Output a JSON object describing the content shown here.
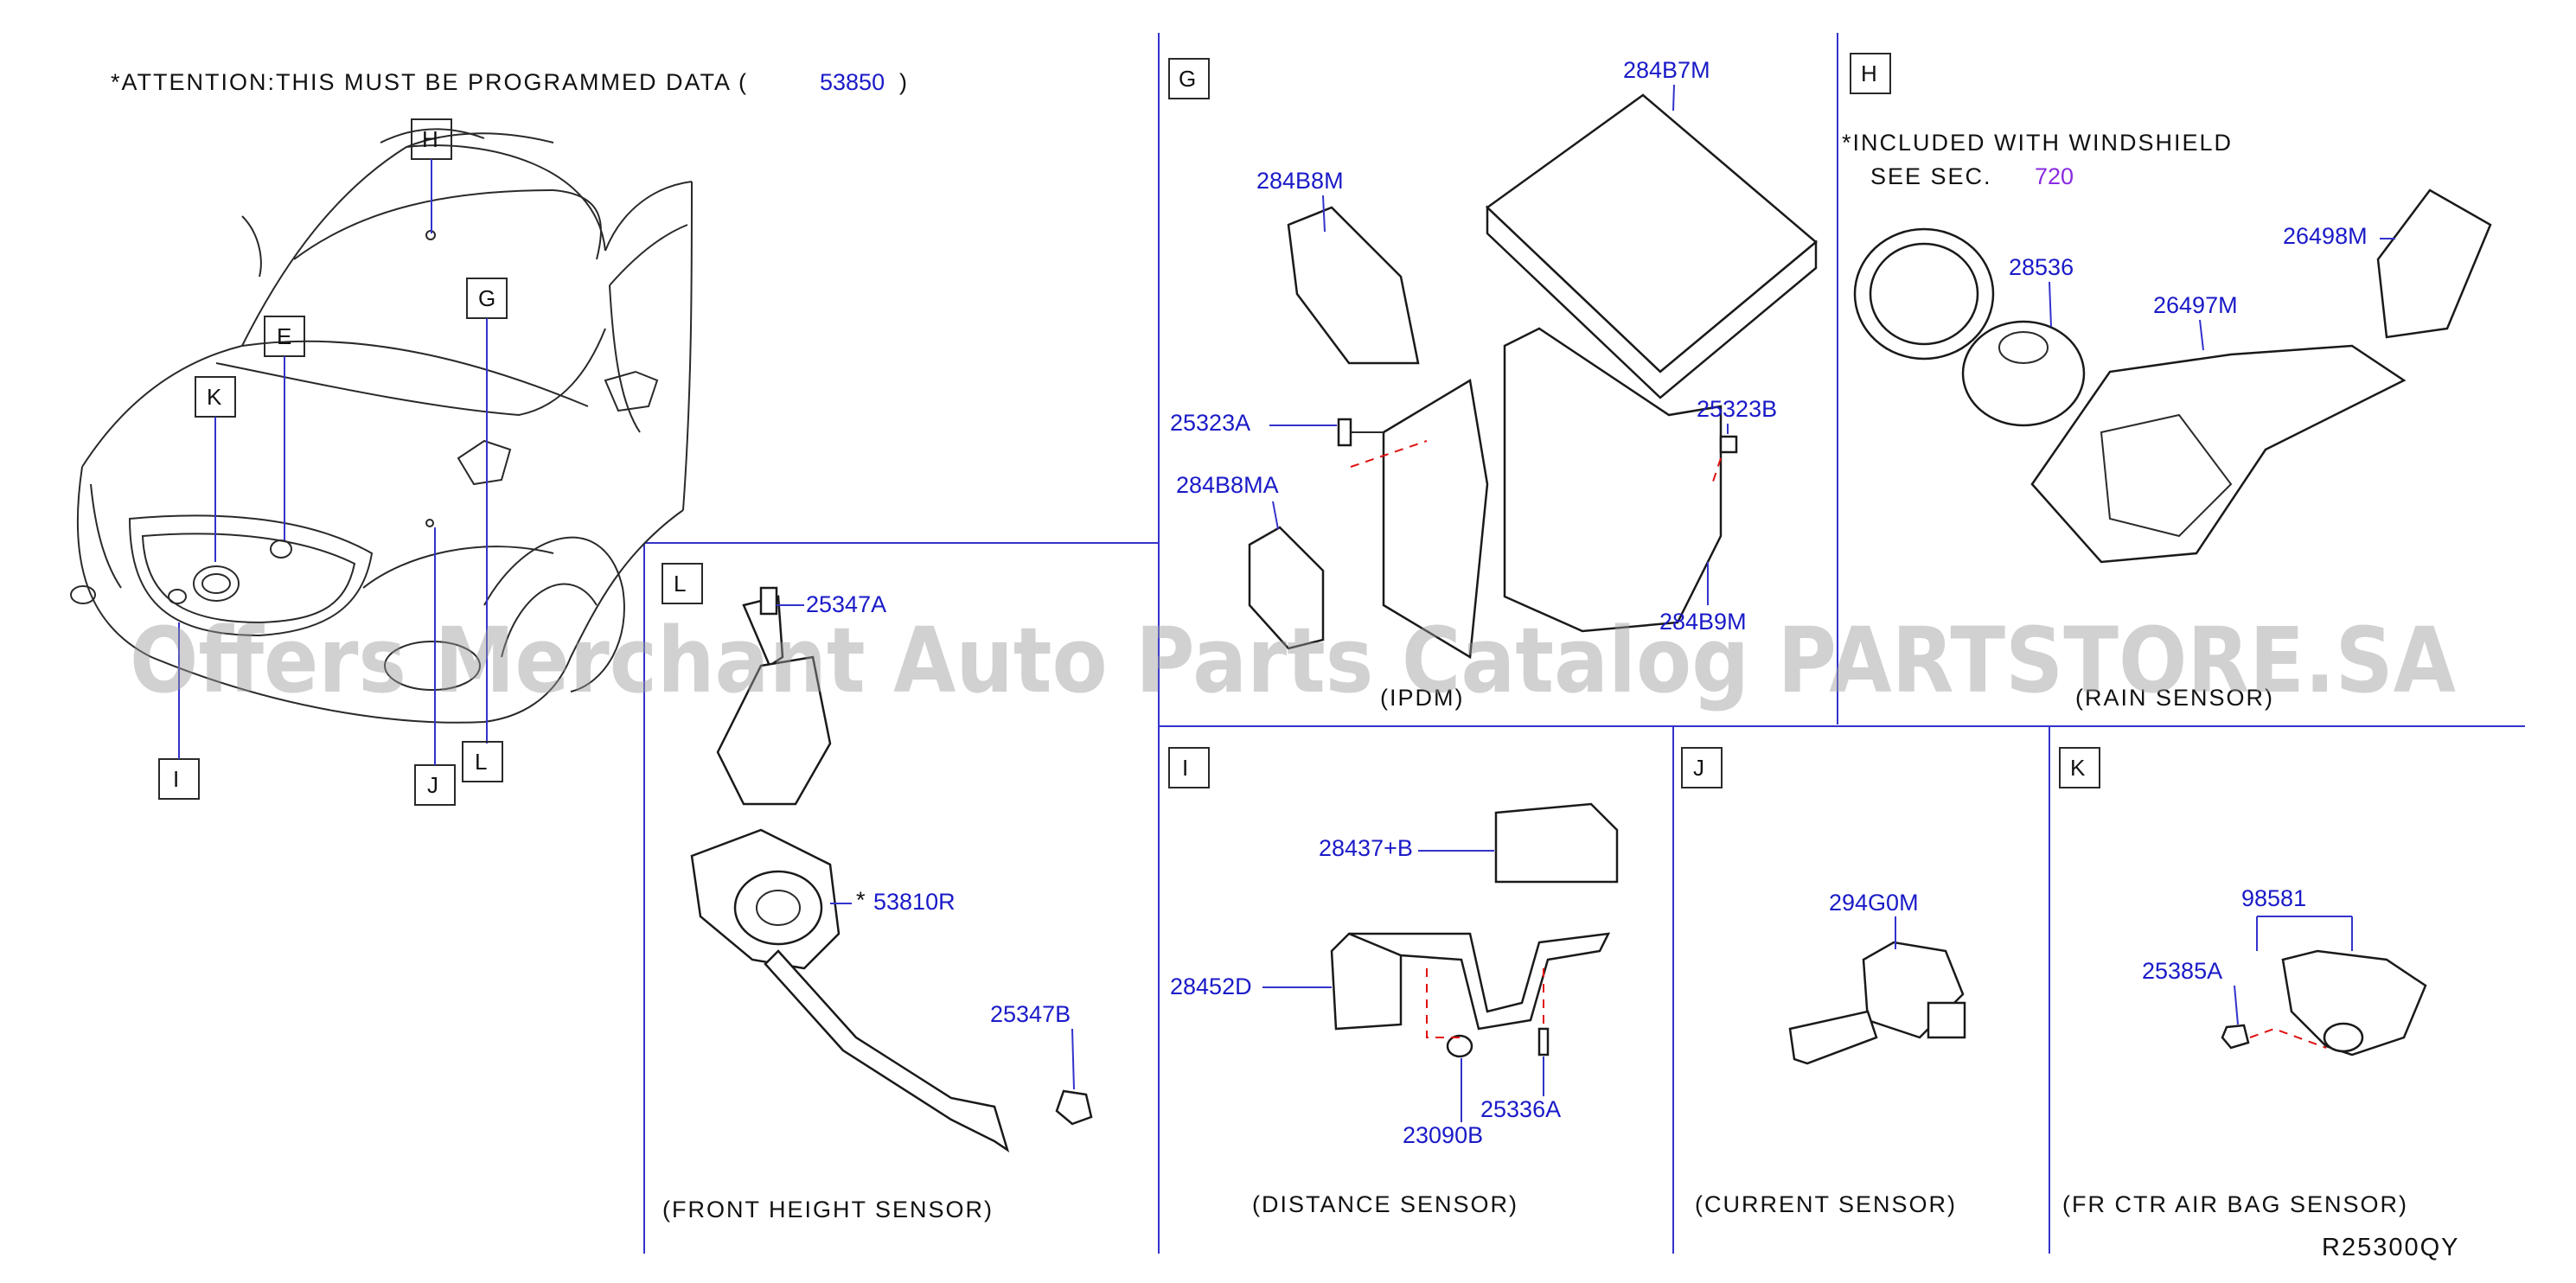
{
  "attention": {
    "text": "*ATTENTION:THIS MUST BE PROGRAMMED DATA (",
    "code": "53850",
    "close": ")"
  },
  "sections": {
    "G": {
      "letter": "G",
      "caption": "(IPDM)",
      "parts": [
        "284B7M",
        "284B8M",
        "25323A",
        "25323B",
        "284B8MA",
        "284B9M"
      ]
    },
    "H": {
      "letter": "H",
      "note1": "*INCLUDED WITH WINDSHIELD",
      "note2": "SEE SEC.",
      "note_ref": "720",
      "caption": "(RAIN SENSOR)",
      "parts": [
        "28536",
        "26498M",
        "26497M"
      ]
    },
    "L": {
      "letter": "L",
      "caption": "(FRONT HEIGHT SENSOR)",
      "parts": [
        "25347A",
        "53810R",
        "25347B"
      ],
      "star": "*"
    },
    "I": {
      "letter": "I",
      "caption": "(DISTANCE SENSOR)",
      "parts": [
        "28437+B",
        "28452D",
        "23090B",
        "25336A"
      ]
    },
    "J": {
      "letter": "J",
      "caption": "(CURRENT SENSOR)",
      "parts": [
        "294G0M"
      ]
    },
    "K": {
      "letter": "K",
      "caption": "(FR CTR AIR BAG SENSOR)",
      "parts": [
        "98581",
        "25385A"
      ]
    }
  },
  "car_callouts": [
    "H",
    "E",
    "K",
    "G",
    "I",
    "J",
    "L"
  ],
  "drawing_id": "R25300QY",
  "watermark": "Offers Merchant Auto Parts Catalog PARTSTORE.SA",
  "colors": {
    "part_number": "#1a1ac8",
    "note_ref": "#8a2be2",
    "divider": "#3333cc",
    "dashed": "#e01010"
  }
}
